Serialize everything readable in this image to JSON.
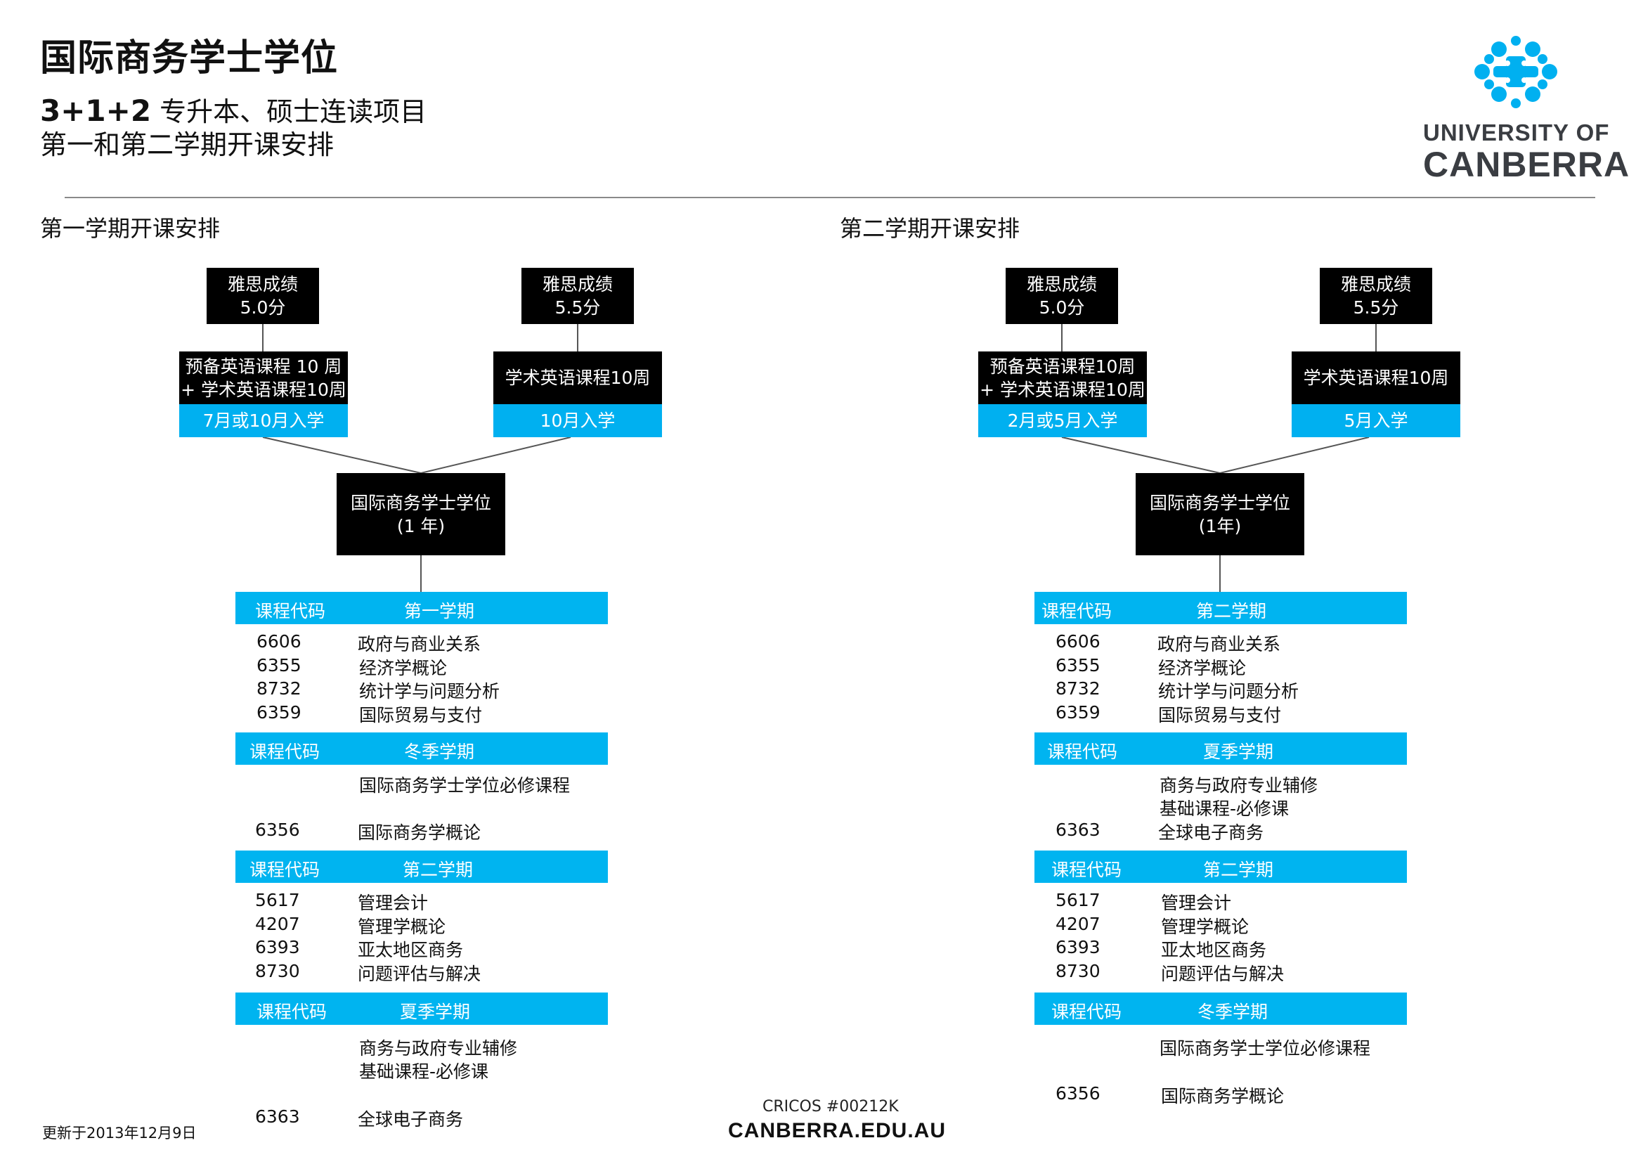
{
  "header": {
    "title": "国际商务学士学位",
    "subtitle_prefix": "3+1+2",
    "subtitle_rest": " 专升本、硕士连读项目",
    "subtitle2": "第一和第二学期开课安排"
  },
  "logo": {
    "line1": "UNIVERSITY OF",
    "line2": "CANBERRA",
    "icon": "university-logo-icon",
    "color": "#00b0f0"
  },
  "semester1": {
    "heading": "第一学期开课安排",
    "ielts_left": {
      "line1": "雅思成绩",
      "line2": "5.0分"
    },
    "ielts_right": {
      "line1": "雅思成绩",
      "line2": "5.5分"
    },
    "course_left": {
      "line1": "预备英语课程 10 周",
      "line2": "+ 学术英语课程10周",
      "intake": "7月或10月入学"
    },
    "course_right": {
      "line1": "学术英语课程10周",
      "intake": "10月入学"
    },
    "degree": {
      "line1": "国际商务学士学位",
      "line2": "(1 年)"
    },
    "sections": [
      {
        "code_header": "课程代码",
        "term": "第一学期",
        "rows": [
          {
            "code": "6606",
            "name": "政府与商业关系"
          },
          {
            "code": "6355",
            "name": "经济学概论"
          },
          {
            "code": "8732",
            "name": "统计学与问题分析"
          },
          {
            "code": "6359",
            "name": "国际贸易与支付"
          }
        ]
      },
      {
        "code_header": "课程代码",
        "term": "冬季学期",
        "rows": [
          {
            "code": "",
            "name": "国际商务学士学位必修课程"
          },
          {
            "code": "6356",
            "name": "国际商务学概论"
          }
        ]
      },
      {
        "code_header": "课程代码",
        "term": "第二学期",
        "rows": [
          {
            "code": "5617",
            "name": "管理会计"
          },
          {
            "code": "4207",
            "name": "管理学概论"
          },
          {
            "code": "6393",
            "name": "亚太地区商务"
          },
          {
            "code": "8730",
            "name": "问题评估与解决"
          }
        ]
      },
      {
        "code_header": "课程代码",
        "term": "夏季学期",
        "rows": [
          {
            "code": "",
            "name": "商务与政府专业辅修"
          },
          {
            "code": "",
            "name": "基础课程-必修课"
          },
          {
            "code": "6363",
            "name": "全球电子商务"
          }
        ]
      }
    ]
  },
  "semester2": {
    "heading": "第二学期开课安排",
    "ielts_left": {
      "line1": "雅思成绩",
      "line2": "5.0分"
    },
    "ielts_right": {
      "line1": "雅思成绩",
      "line2": "5.5分"
    },
    "course_left": {
      "line1": "预备英语课程10周",
      "line2": "+ 学术英语课程10周",
      "intake": "2月或5月入学"
    },
    "course_right": {
      "line1": "学术英语课程10周",
      "intake": "5月入学"
    },
    "degree": {
      "line1": "国际商务学士学位",
      "line2": "(1年)"
    },
    "sections": [
      {
        "code_header": "课程代码",
        "term": "第二学期",
        "rows": [
          {
            "code": "6606",
            "name": "政府与商业关系"
          },
          {
            "code": "6355",
            "name": "经济学概论"
          },
          {
            "code": "8732",
            "name": "统计学与问题分析"
          },
          {
            "code": "6359",
            "name": "国际贸易与支付"
          }
        ]
      },
      {
        "code_header": "课程代码",
        "term": "夏季学期",
        "rows": [
          {
            "code": "",
            "name": "商务与政府专业辅修"
          },
          {
            "code": "",
            "name": "基础课程-必修课"
          },
          {
            "code": "6363",
            "name": "全球电子商务"
          }
        ]
      },
      {
        "code_header": "课程代码",
        "term": "第二学期",
        "rows": [
          {
            "code": "5617",
            "name": "管理会计"
          },
          {
            "code": "4207",
            "name": "管理学概论"
          },
          {
            "code": "6393",
            "name": "亚太地区商务"
          },
          {
            "code": "8730",
            "name": "问题评估与解决"
          }
        ]
      },
      {
        "code_header": "课程代码",
        "term": "冬季学期",
        "rows": [
          {
            "code": "",
            "name": "国际商务学士学位必修课程"
          },
          {
            "code": "6356",
            "name": "国际商务学概论"
          }
        ]
      }
    ]
  },
  "footer": {
    "updated": "更新于2013年12月9日",
    "cricos": "CRICOS #00212K",
    "website": "CANBERRA.EDU.AU"
  }
}
